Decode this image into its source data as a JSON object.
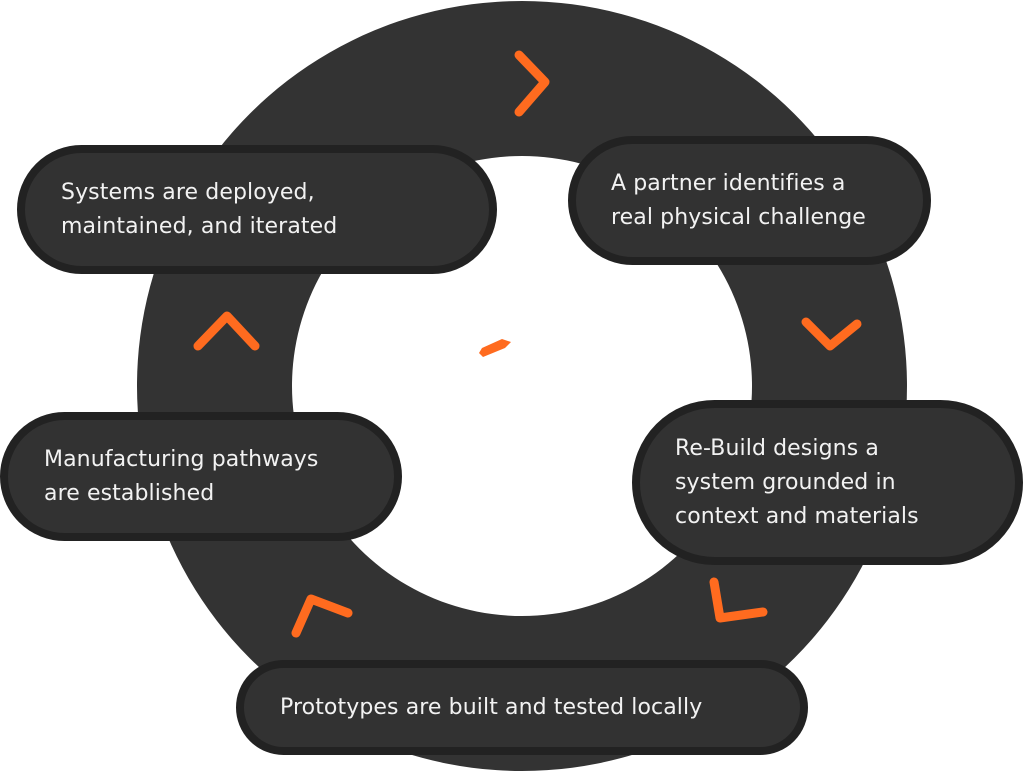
{
  "diagram": {
    "type": "cycle",
    "colors": {
      "ring": "#333333",
      "pill_fill": "#323232",
      "pill_border": "#222222",
      "text": "#f2f2f2",
      "accent": "#ff6b1f",
      "background": "#ffffff"
    },
    "steps": [
      {
        "id": 1,
        "label": "A partner identifies a\nreal physical challenge"
      },
      {
        "id": 2,
        "label": "Re-Build designs a\nsystem grounded in\ncontext and materials"
      },
      {
        "id": 3,
        "label": "Prototypes are built and tested locally"
      },
      {
        "id": 4,
        "label": "Manufacturing pathways\nare established"
      },
      {
        "id": 5,
        "label": "Systems are deployed,\nmaintained, and iterated"
      }
    ],
    "arrows": [
      {
        "name": "arrow-top",
        "icon": "chevron-right-icon",
        "direction": "clockwise"
      },
      {
        "name": "arrow-right-upper",
        "icon": "chevron-down-icon",
        "direction": "clockwise"
      },
      {
        "name": "arrow-right-lower",
        "icon": "chevron-down-left-icon",
        "direction": "clockwise"
      },
      {
        "name": "arrow-left-lower",
        "icon": "chevron-up-left-icon",
        "direction": "clockwise"
      },
      {
        "name": "arrow-left-upper",
        "icon": "chevron-up-icon",
        "direction": "clockwise"
      }
    ],
    "center_mark": {
      "icon": "dash-icon"
    }
  }
}
